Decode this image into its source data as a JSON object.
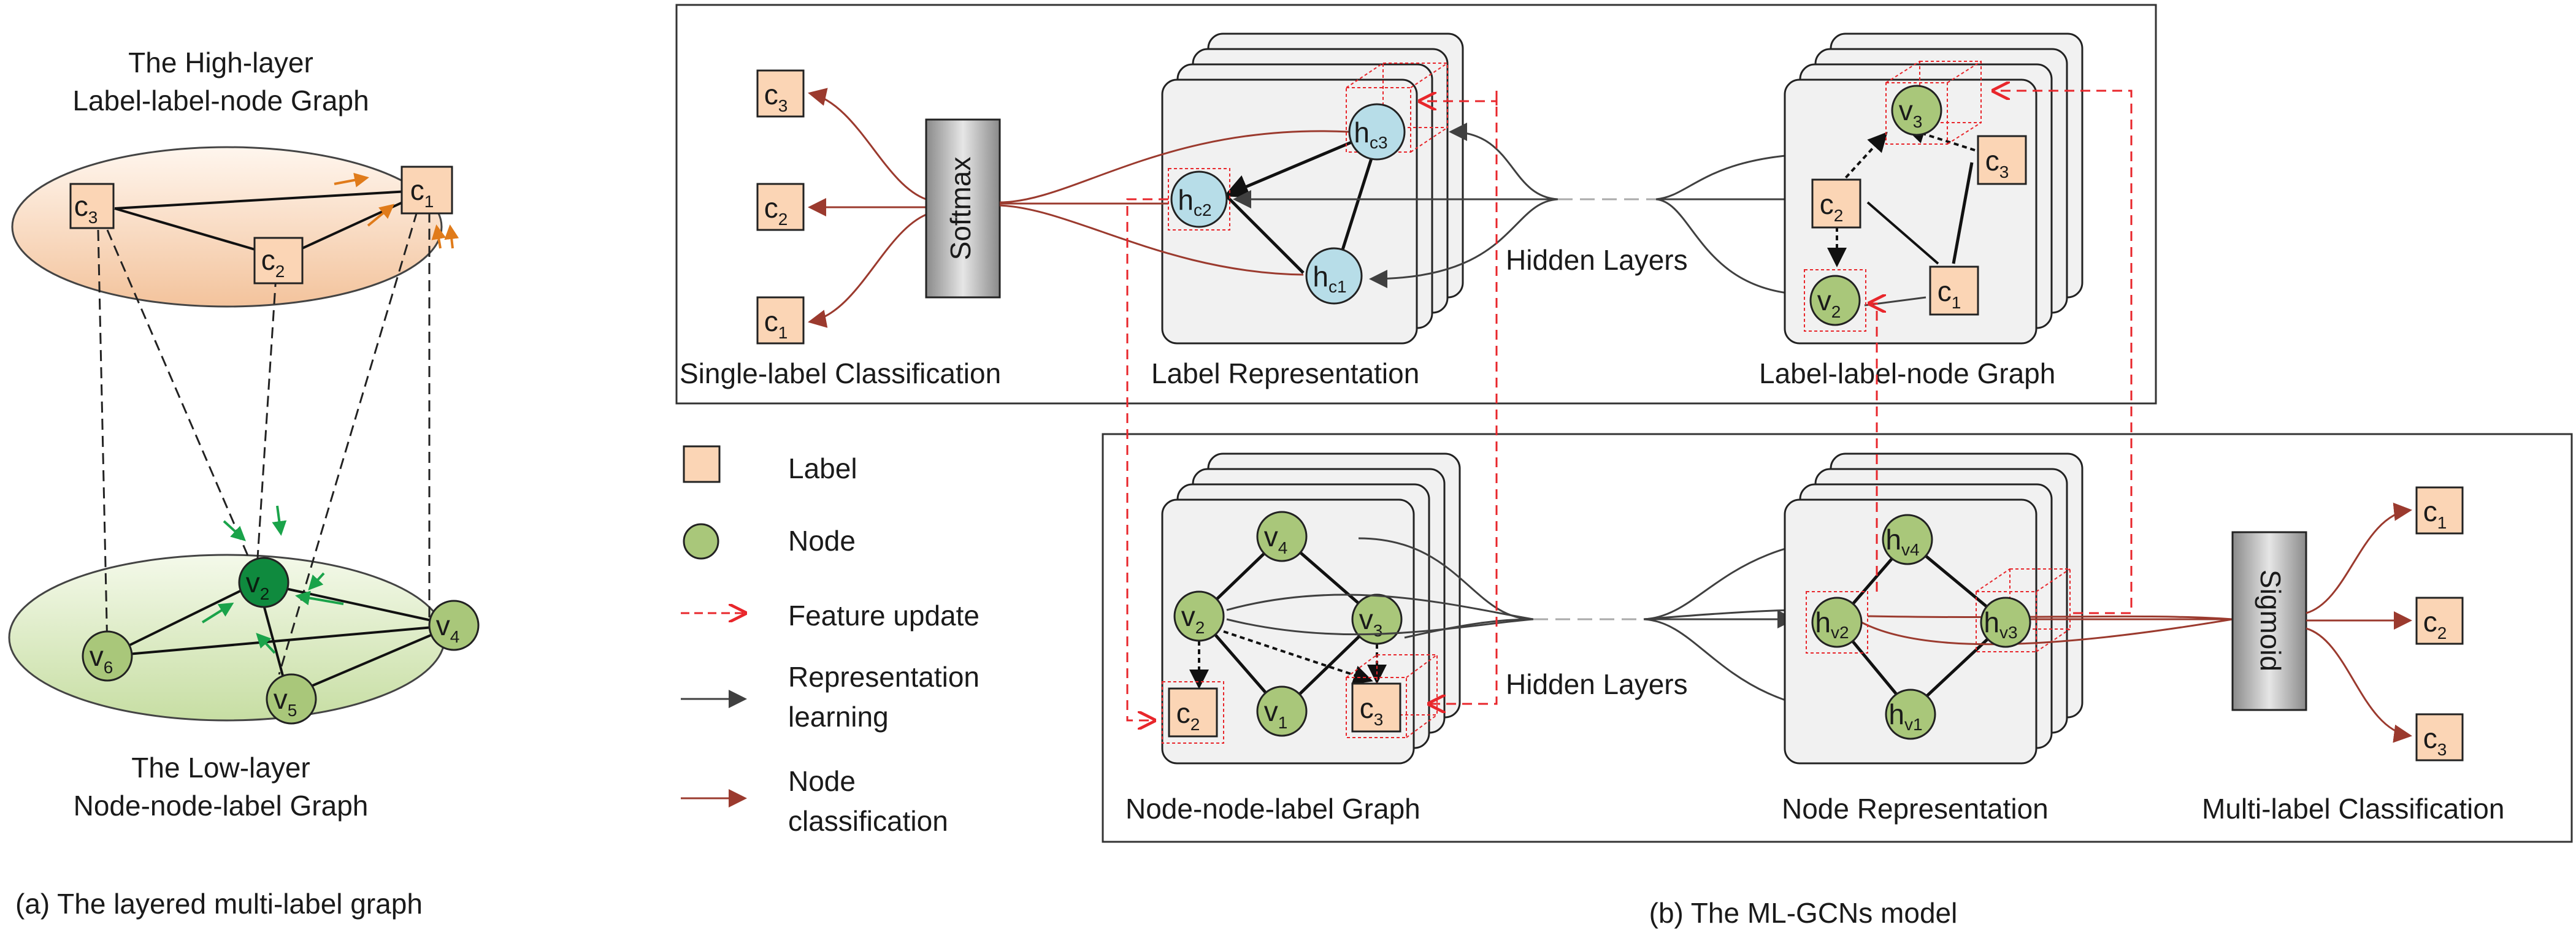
{
  "panel_a": {
    "top_title_line1": "The High-layer",
    "top_title_line2": "Label-label-node Graph",
    "bottom_title_line1": "The Low-layer",
    "bottom_title_line2": "Node-node-label Graph",
    "caption": "(a) The layered multi-label graph",
    "labels": {
      "c3": {
        "main": "c",
        "sub": "3"
      },
      "c2": {
        "main": "c",
        "sub": "2"
      },
      "c1": {
        "main": "c",
        "sub": "1"
      }
    },
    "nodes": {
      "v2": {
        "main": "v",
        "sub": "2"
      },
      "v4": {
        "main": "v",
        "sub": "4"
      },
      "v5": {
        "main": "v",
        "sub": "5"
      },
      "v6": {
        "main": "v",
        "sub": "6"
      }
    }
  },
  "panel_b": {
    "caption": "(b) The ML-GCNs model",
    "top": {
      "single_label_caption": "Single-label Classification",
      "label_repr_caption": "Label Representation",
      "llng_caption": "Label-label-node Graph",
      "hidden_layers": "Hidden Layers",
      "softmax": "Softmax",
      "outputs": [
        {
          "main": "c",
          "sub": "3"
        },
        {
          "main": "c",
          "sub": "2"
        },
        {
          "main": "c",
          "sub": "1"
        }
      ],
      "h_nodes": {
        "hc3": {
          "main": "h",
          "sub": "c3"
        },
        "hc2": {
          "main": "h",
          "sub": "c2"
        },
        "hc1": {
          "main": "h",
          "sub": "c1"
        }
      },
      "graph": {
        "v3": {
          "main": "v",
          "sub": "3"
        },
        "c3": {
          "main": "c",
          "sub": "3"
        },
        "c2": {
          "main": "c",
          "sub": "2"
        },
        "v2": {
          "main": "v",
          "sub": "2"
        },
        "c1": {
          "main": "c",
          "sub": "1"
        }
      }
    },
    "bottom": {
      "nnlg_caption": "Node-node-label Graph",
      "node_repr_caption": "Node Representation",
      "multi_caption": "Multi-label Classification",
      "hidden_layers": "Hidden Layers",
      "sigmoid": "Sigmoid",
      "graph": {
        "v4": {
          "main": "v",
          "sub": "4"
        },
        "v2": {
          "main": "v",
          "sub": "2"
        },
        "v3": {
          "main": "v",
          "sub": "3"
        },
        "v1": {
          "main": "v",
          "sub": "1"
        },
        "c2": {
          "main": "c",
          "sub": "2"
        },
        "c3": {
          "main": "c",
          "sub": "3"
        }
      },
      "h_nodes": {
        "hv4": {
          "main": "h",
          "sub": "v4"
        },
        "hv2": {
          "main": "h",
          "sub": "v2"
        },
        "hv3": {
          "main": "h",
          "sub": "v3"
        },
        "hv1": {
          "main": "h",
          "sub": "v1"
        }
      },
      "outputs": [
        {
          "main": "c",
          "sub": "1"
        },
        {
          "main": "c",
          "sub": "2"
        },
        {
          "main": "c",
          "sub": "3"
        }
      ]
    },
    "legend": {
      "label": "Label",
      "node": "Node",
      "feature_update": "Feature update",
      "representation_learning_line1": "Representation",
      "representation_learning_line2": "learning",
      "node_classification_line1": "Node",
      "node_classification_line2": "classification"
    }
  },
  "colors": {
    "label_fill": "#fbd5b5",
    "node_fill": "#a9c77a",
    "node_dark_fill": "#0f8a3e",
    "h_label_fill": "#b7dde8",
    "card_fill": "#f1f1f1",
    "feature_update": "#e8262b",
    "representation_learning": "#404040",
    "node_classification": "#9b3a2e",
    "green_arrow": "#1aa34a",
    "orange_arrow": "#e07b1a"
  }
}
